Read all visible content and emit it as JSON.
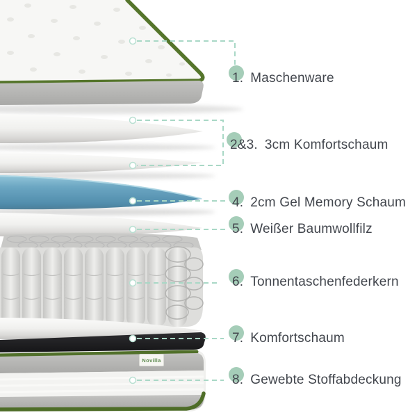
{
  "diagram": {
    "brand_tag": "Novilla",
    "labels": [
      {
        "number": "1.",
        "text": "Maschenware"
      },
      {
        "number": "2&3.",
        "text": "3cm Komfortschaum"
      },
      {
        "number": "4.",
        "text": "2cm Gel Memory Schaum"
      },
      {
        "number": "5.",
        "text": "Weißer Baumwollfilz"
      },
      {
        "number": "6.",
        "text": "Tonnentaschenfederkern"
      },
      {
        "number": "7.",
        "text": "Komfortschaum"
      },
      {
        "number": "8.",
        "text": "Gewebte Stoffabdeckung"
      }
    ],
    "colors": {
      "accent_green": "#55752b",
      "mint_bullet": "#a5cdb8",
      "leader_dash": "#a9d8c6",
      "gel_blue": "#5f9dbb",
      "label_text": "#42464d"
    }
  }
}
